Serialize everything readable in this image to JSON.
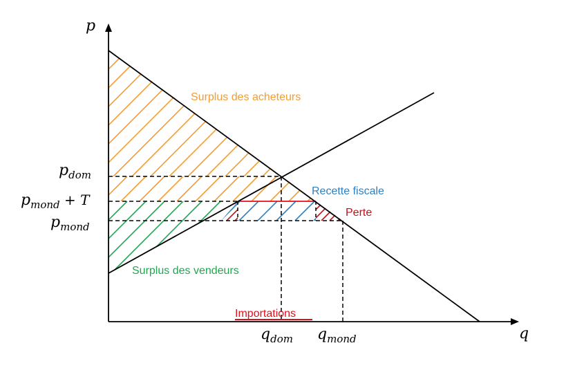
{
  "axes": {
    "y_label": "p",
    "x_label": "q"
  },
  "price_labels": {
    "p_dom": {
      "base": "p",
      "sub": "dom"
    },
    "p_mond_T": {
      "base": "p",
      "sub": "mond",
      "suffix": " + T"
    },
    "p_mond": {
      "base": "p",
      "sub": "mond"
    }
  },
  "quantity_labels": {
    "q_dom": {
      "base": "q",
      "sub": "dom"
    },
    "q_mond": {
      "base": "q",
      "sub": "mond"
    }
  },
  "areas": {
    "buyer_surplus": {
      "label": "Surplus des acheteurs",
      "color": "#f39c33"
    },
    "seller_surplus": {
      "label": "Surplus des vendeurs",
      "color": "#21a650"
    },
    "tax_revenue": {
      "label": "Recette fiscale",
      "color": "#2f7fbf"
    },
    "loss": {
      "label": "Perte",
      "color": "#c0101a"
    },
    "imports": {
      "label": "Importations",
      "color": "#e0101a"
    }
  },
  "colors": {
    "axis": "#000000",
    "curves": "#000000"
  }
}
